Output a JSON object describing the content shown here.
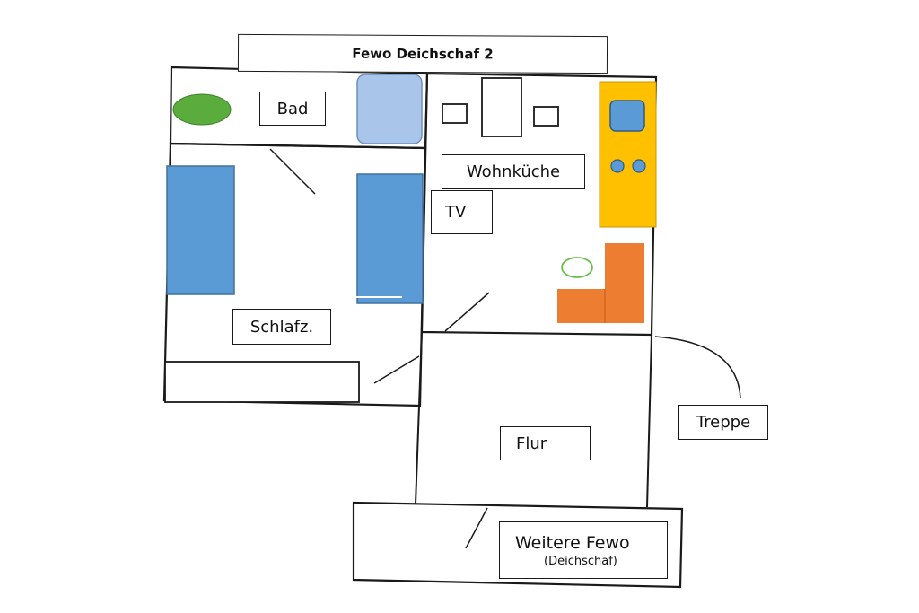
{
  "title": "Fewo Deichschaf 2",
  "rooms": {
    "bad": "Bad",
    "wohnkueche": "Wohnküche",
    "tv": "TV",
    "schlafzimmer": "Schlafz.",
    "treppe": "Treppe",
    "flur": "Flur",
    "weitere_fewo": "Weitere Fewo",
    "weitere_fewo_sub": "(Deichschaf)"
  },
  "colors": {
    "wall": "#1a1a1a",
    "bed": "#5b9bd5",
    "shower": "#a9c6ea",
    "plant": "#5aac3c",
    "kitchen": "#ffc000",
    "sofa": "#ed7d31",
    "table_ring": "#6abf4b"
  }
}
